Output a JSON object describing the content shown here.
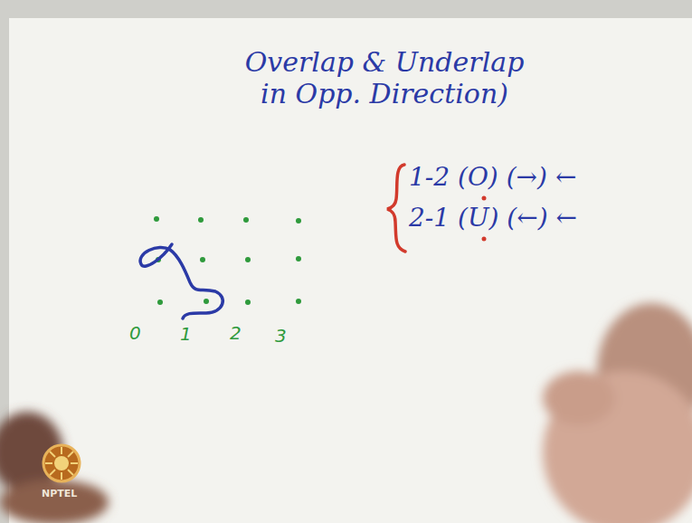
{
  "diagram": {
    "title": "Overlap & Underlap in Opp. Direction)",
    "labels": [
      "1-2 (O) (→) ←",
      "2-1 (U) (←) ←",
      "0",
      "1",
      "2",
      "3",
      "NPTEL"
    ]
  }
}
